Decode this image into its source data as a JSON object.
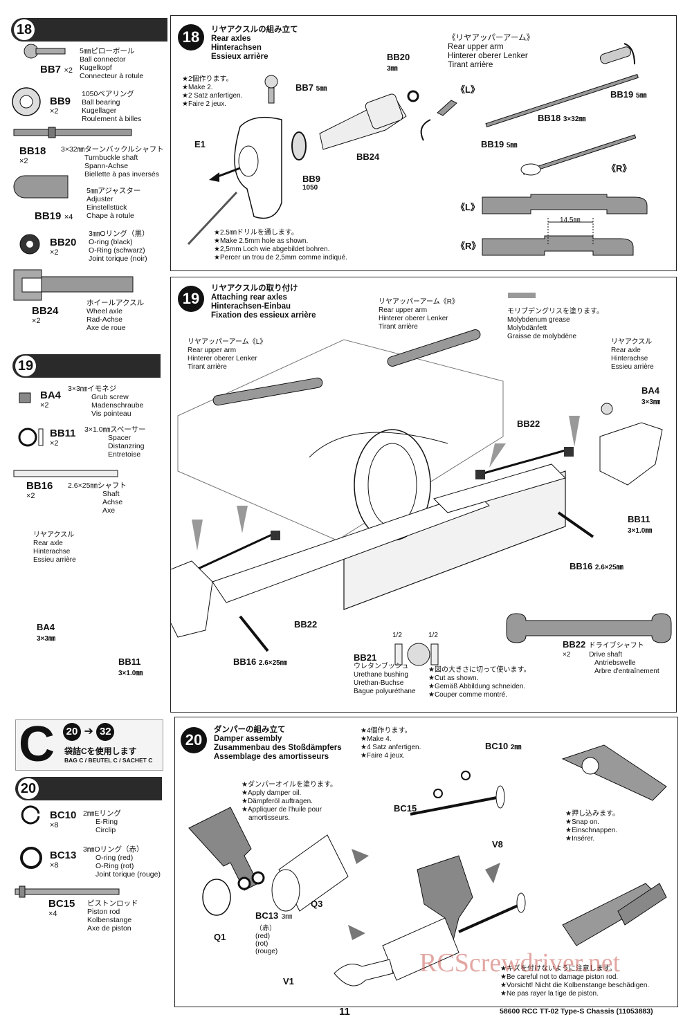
{
  "left": {
    "s18": {
      "num": "18",
      "parts": [
        {
          "code": "BB7",
          "qty": "×2",
          "desc": [
            "5㎜ピローボール",
            "Ball connector",
            "Kugelkopf",
            "Connecteur à rotule"
          ]
        },
        {
          "code": "BB9",
          "qty": "×2",
          "desc": [
            "1050ベアリング",
            "Ball bearing",
            "Kugellager",
            "Roulement à billes"
          ]
        },
        {
          "code": "BB18",
          "qty": "×2",
          "desc": [
            "3×32㎜ターンバックルシャフト",
            "Turnbuckle shaft",
            "Spann-Achse",
            "Biellette à pas inversés"
          ]
        },
        {
          "code": "BB19",
          "qty": "×4",
          "desc": [
            "5㎜アジャスター",
            "Adjuster",
            "Einstellstück",
            "Chape à rotule"
          ]
        },
        {
          "code": "BB20",
          "qty": "×2",
          "desc": [
            "3㎜Oリング（黒）",
            "O-ring (black)",
            "O-Ring (schwarz)",
            "Joint torique (noir)"
          ]
        },
        {
          "code": "BB24",
          "qty": "×2",
          "desc": [
            "ホイールアクスル",
            "Wheel axle",
            "Rad-Achse",
            "Axe de roue"
          ]
        }
      ]
    },
    "s19": {
      "num": "19",
      "parts": [
        {
          "code": "BA4",
          "qty": "×2",
          "desc": [
            "3×3㎜イモネジ",
            "Grub screw",
            "Madenschraube",
            "Vis pointeau"
          ]
        },
        {
          "code": "BB11",
          "qty": "×2",
          "desc": [
            "3×1.0㎜スペーサー",
            "Spacer",
            "Distanzring",
            "Entretoise"
          ]
        },
        {
          "code": "BB16",
          "qty": "×2",
          "desc": [
            "2.6×25㎜シャフト",
            "Shaft",
            "Achse",
            "Axe"
          ]
        }
      ]
    },
    "bag": {
      "letter": "C",
      "range_a": "20",
      "range_b": "32",
      "jp": "袋詰Cを使用します",
      "en": "BAG C / BEUTEL C / SACHET C"
    },
    "s20": {
      "num": "20",
      "parts": [
        {
          "code": "BC10",
          "qty": "×8",
          "desc": [
            "2㎜Eリング",
            "E-Ring",
            "Circlip"
          ]
        },
        {
          "code": "BC13",
          "qty": "×8",
          "desc": [
            "3㎜Oリング（赤）",
            "O-ring (red)",
            "O-Ring (rot)",
            "Joint torique (rouge)"
          ]
        },
        {
          "code": "BC15",
          "qty": "×4",
          "desc": [
            "ピストンロッド",
            "Piston rod",
            "Kolbenstange",
            "Axe de piston"
          ]
        }
      ]
    }
  },
  "step18": {
    "num": "18",
    "title": [
      "リヤアクスルの組み立て",
      "Rear axles",
      "Hinterachsen",
      "Essieux arrière"
    ],
    "make": [
      "★2個作ります。",
      "★Make 2.",
      "★2 Satz anfertigen.",
      "★Faire 2 jeux."
    ],
    "drill": [
      "★2.5㎜ドリルを通します。",
      "★Make 2.5mm hole as shown.",
      "★2,5mm Loch wie abgebildet bohren.",
      "★Percer un trou de 2,5mm comme indiqué."
    ],
    "labels": {
      "bb7": "BB7",
      "bb7_size": "5㎜",
      "bb20": "BB20",
      "bb20_size": "3㎜",
      "e1": "E1",
      "bb9": "BB9",
      "bb9_size": "1050",
      "bb24": "BB24"
    },
    "upper": {
      "title": [
        "《リヤアッパーアーム》",
        "Rear upper arm",
        "Hinterer oberer Lenker",
        "Tirant arrière"
      ],
      "l": "《L》",
      "r": "《R》",
      "bb19": "BB19",
      "bb19_size": "5㎜",
      "bb18": "BB18",
      "bb18_size": "3×32㎜",
      "dim": "14.5㎜"
    }
  },
  "step19": {
    "num": "19",
    "title": [
      "リヤアクスルの取り付け",
      "Attaching rear axles",
      "Hinterachsen-Einbau",
      "Fixation des essieux arrière"
    ],
    "upper_r": [
      "リヤアッパーアーム《R》",
      "Rear upper arm",
      "Hinterer oberer Lenker",
      "Tirant arrière"
    ],
    "upper_l": [
      "リヤアッパーアーム《L》",
      "Rear upper arm",
      "Hinterer oberer Lenker",
      "Tirant arrière"
    ],
    "grease": [
      "モリブデングリスを塗ります。",
      "Molybdenum grease",
      "Molybdänfett",
      "Graisse de molybdène"
    ],
    "axle_r": [
      "リヤアクスル",
      "Rear axle",
      "Hinterachse",
      "Essieu arrière"
    ],
    "axle_l": [
      "リヤアクスル",
      "Rear axle",
      "Hinterachse",
      "Essieu arrière"
    ],
    "labels": {
      "ba4": "BA4",
      "ba4_size": "3×3㎜",
      "bb22": "BB22",
      "bb11": "BB11",
      "bb11_size": "3×1.0㎜",
      "bb16": "BB16",
      "bb16_size": "2.6×25㎜",
      "half": "1/2"
    },
    "bb21": {
      "code": "BB21",
      "desc": [
        "ウレタンブッシュ",
        "Urethane bushing",
        "Urethan-Buchse",
        "Bague polyuréthane"
      ],
      "cut": [
        "★図の大きさに切って使います。",
        "★Cut as shown.",
        "★Gemäß Abbildung schneiden.",
        "★Couper comme montré."
      ]
    },
    "bb22": {
      "code": "BB22",
      "qty": "×2",
      "desc": [
        "ドライブシャフト",
        "Drive shaft",
        "Antriebswelle",
        "Arbre d'entraînement"
      ]
    }
  },
  "step20": {
    "num": "20",
    "title": [
      "ダンパーの組み立て",
      "Damper assembly",
      "Zusammenbau des Stoßdämpfers",
      "Assemblage des amortisseurs"
    ],
    "make": [
      "★4個作ります。",
      "★Make 4.",
      "★4 Satz anfertigen.",
      "★Faire 4 jeux."
    ],
    "oil": [
      "★ダンパーオイルを塗ります。",
      "★Apply damper oil.",
      "★Dämpferöl auftragen.",
      "★Appliquer de l'huile pour",
      "amortisseurs."
    ],
    "snap": [
      "★押し込みます。",
      "★Snap on.",
      "★Einschnappen.",
      "★Insérer."
    ],
    "careful": [
      "★キズを付けないように注意します。",
      "★Be careful not to damage piston rod.",
      "★Vorsicht! Nicht die Kolbenstange beschädigen.",
      "★Ne pas rayer la tige de piston."
    ],
    "labels": {
      "bc10": "BC10",
      "bc10_size": "2㎜",
      "bc15": "BC15",
      "v8": "V8",
      "q3": "Q3",
      "q1": "Q1",
      "bc13": "BC13",
      "bc13_size": "3㎜",
      "v1": "V1"
    },
    "red": [
      "（赤）",
      "(red)",
      "(rot)",
      "(rouge)"
    ]
  },
  "footer": {
    "page": "11",
    "model": "58600  RCC TT-02 Type-S Chassis (11053883)",
    "watermark": "RCScrewdriver.net"
  },
  "colors": {
    "ink": "#111111",
    "header": "#2a2a2a",
    "part_fill": "#9a9a9a"
  }
}
